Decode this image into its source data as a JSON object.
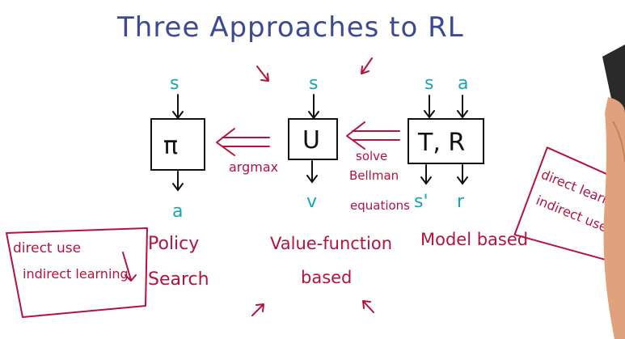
{
  "title": "Three Approaches to RL",
  "boxes": {
    "policy": {
      "label": "π",
      "input": "s",
      "output": "a"
    },
    "utility": {
      "label": "U",
      "input": "s",
      "output": "v"
    },
    "model": {
      "label": "T, R",
      "input_s": "s",
      "input_a": "a",
      "output_s": "s'",
      "output_r": "r"
    }
  },
  "arrows": {
    "argmax": "argmax",
    "solve_line1": "solve",
    "solve_line2": "Bellman",
    "solve_line3": "equations"
  },
  "categories": {
    "policy_line1": "Policy",
    "policy_line2": "Search",
    "value_line1": "Value-function",
    "value_line2": "based",
    "model": "Model based"
  },
  "notes": {
    "left_line1": "direct use",
    "left_line2": "indirect learning",
    "right_line1": "direct learning",
    "right_line2": "indirect use"
  },
  "colors": {
    "title": "#3b4a93",
    "teal": "#19a3b3",
    "red": "#b5123d",
    "ink": "#111111"
  }
}
